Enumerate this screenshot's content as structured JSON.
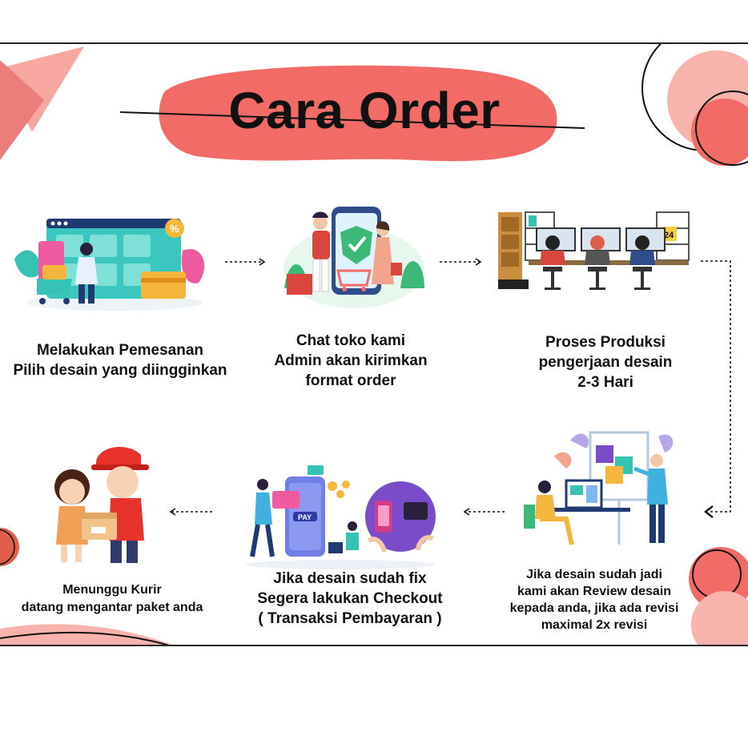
{
  "title": "Cara Order",
  "steps": [
    {
      "lines": [
        "Melakukan Pemesanan",
        "Pilih desain yang diingginkan"
      ]
    },
    {
      "lines": [
        "Chat toko kami",
        "Admin akan kirimkan",
        "format order"
      ]
    },
    {
      "lines": [
        "Proses Produksi",
        "pengerjaan desain",
        "2-3 Hari"
      ]
    },
    {
      "lines": [
        "Jika desain sudah jadi",
        "kami akan Review desain",
        "kepada anda, jika ada revisi",
        "maximal 2x revisi"
      ]
    },
    {
      "lines": [
        "Jika desain sudah fix",
        "Segera lakukan Checkout",
        "( Transaksi Pembayaran )"
      ]
    },
    {
      "lines": [
        "Menunggu Kurir",
        "datang mengantar paket anda"
      ]
    }
  ],
  "illustration_labels": {
    "calendar": "24",
    "pay_button": "PAY"
  },
  "colors": {
    "accent": "#f26b66",
    "accent_light": "#f9b4ae",
    "teal": "#36c2b4",
    "purple": "#7b4cc9",
    "navy": "#1f3a73"
  }
}
